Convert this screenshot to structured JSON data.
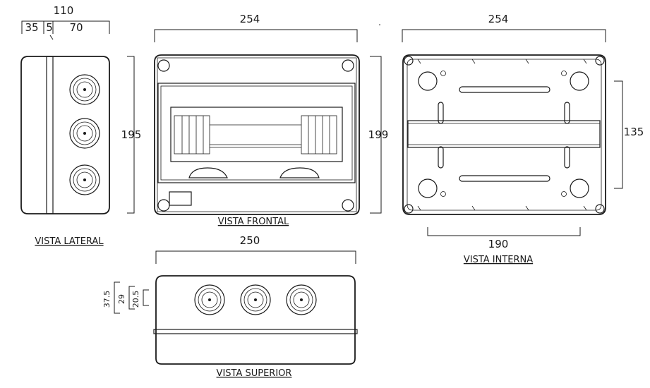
{
  "views": {
    "lateral": {
      "label": "VISTA LATERAL",
      "dims": {
        "total_depth": "110",
        "seg_a": "35",
        "seg_b": "5",
        "seg_c": "70",
        "height": "195"
      }
    },
    "frontal": {
      "label": "VISTA FRONTAL",
      "dims": {
        "width": "254",
        "height": "199"
      }
    },
    "interna": {
      "label": "VISTA INTERNA",
      "dims": {
        "width": "254",
        "rail_length": "190",
        "fixing_spacing": "135"
      }
    },
    "superior": {
      "label": "VISTA SUPERIOR",
      "dims": {
        "width": "250",
        "d1": "37.5",
        "d2": "29",
        "d3": "20.5"
      }
    }
  }
}
